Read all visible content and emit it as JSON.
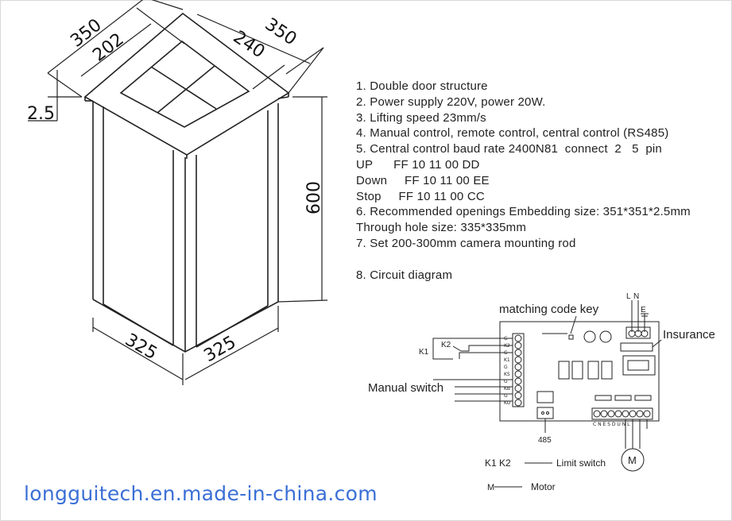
{
  "drawing": {
    "dimensions": {
      "top_width_left": "350",
      "top_width_right": "350",
      "inner_left": "202",
      "inner_right": "240",
      "flange": "2.5",
      "height": "600",
      "base_left": "325",
      "base_right": "325"
    }
  },
  "specs": [
    "1. Double door structure",
    "2. Power supply 220V, power 20W.",
    "3. Lifting speed 23mm/s",
    "4. Manual control, remote control, central control (RS485)",
    "5. Central control baud rate 2400N81  connect  2   5  pin",
    "UP      FF 10 11 00 DD",
    "Down     FF 10 11 00 EE",
    "Stop     FF 10 11 00 CC",
    "6. Recommended openings Embedding size: 351*351*2.5mm",
    "Through hole size: 335*335mm",
    "7. Set 200-300mm camera mounting rod",
    "",
    "8. Circuit diagram"
  ],
  "circuit": {
    "matching_code_key": "matching code key",
    "insurance": "Insurance",
    "manual_switch": "Manual switch",
    "k1": "K1",
    "k2": "K2",
    "port_485": "485",
    "L": "L",
    "N": "N",
    "E": "E",
    "M": "M",
    "terminal_bottom": "C N E S D U N L",
    "terminal_left": [
      "G",
      "K2",
      "G",
      "K1",
      "G",
      "KS",
      "G",
      "KB",
      "G",
      "KU"
    ],
    "legend_limit_key": "K1  K2",
    "legend_limit": "Limit switch",
    "legend_motor_key": "M",
    "legend_motor": "Motor"
  },
  "watermark": "longguitech.en.made-in-china.com"
}
